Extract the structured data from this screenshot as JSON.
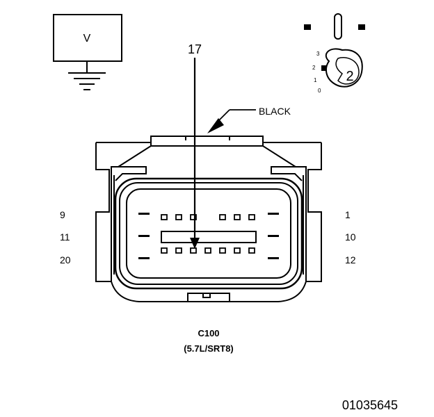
{
  "meter": {
    "label": "V"
  },
  "probe": {
    "position_labels": [
      "3",
      "2",
      "1",
      "0"
    ],
    "range_value": "2"
  },
  "callout": {
    "pin_number": "17",
    "color_label": "BLACK"
  },
  "connector": {
    "pin_labels_left": [
      "9",
      "11",
      "20"
    ],
    "pin_labels_right": [
      "1",
      "10",
      "12"
    ],
    "name": "C100",
    "variant": "(5.7L/SRT8)"
  },
  "figure_id": "01035645"
}
